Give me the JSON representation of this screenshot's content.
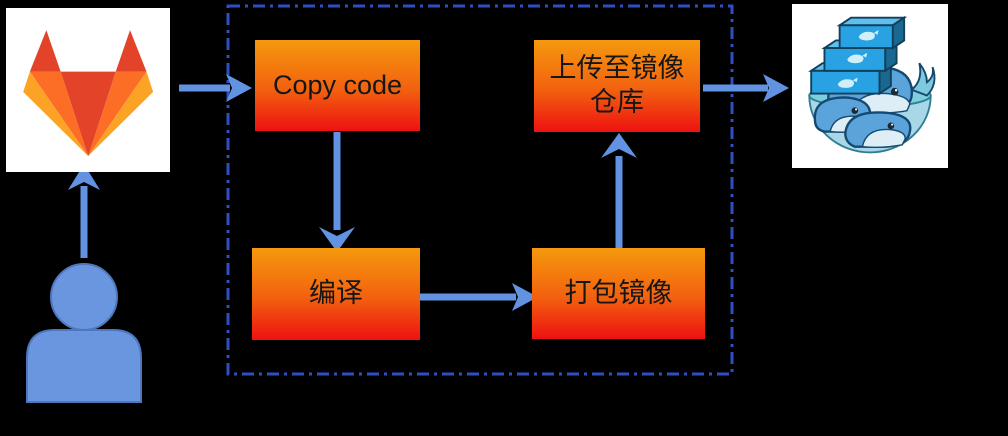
{
  "diagram_type": "ci-cd-pipeline-flow",
  "steps": [
    {
      "id": "copy-code",
      "label": "Copy code"
    },
    {
      "id": "compile",
      "label": "编译"
    },
    {
      "id": "package-image",
      "label": "打包镜像"
    },
    {
      "id": "upload-to-registry",
      "label": "上传至镜像仓库"
    }
  ],
  "actors": [
    {
      "id": "developer",
      "icon": "user-icon"
    },
    {
      "id": "gitlab",
      "icon": "gitlab-logo"
    },
    {
      "id": "docker-registry",
      "icon": "docker-logo"
    }
  ],
  "flows": [
    {
      "from": "developer",
      "to": "gitlab"
    },
    {
      "from": "gitlab",
      "to": "copy-code"
    },
    {
      "from": "copy-code",
      "to": "compile"
    },
    {
      "from": "compile",
      "to": "package-image"
    },
    {
      "from": "package-image",
      "to": "upload-to-registry"
    },
    {
      "from": "upload-to-registry",
      "to": "docker-registry"
    }
  ],
  "colors": {
    "background": "#000000",
    "step_gradient_top": "#F5990E",
    "step_gradient_bottom": "#ED1111",
    "step_text": "#161616",
    "arrow": "#6292E2",
    "boundary_dash": "#2E4FC4",
    "person": "#6A95DF",
    "gitlab_red": "#E24329",
    "gitlab_orange_mid": "#FC6D26",
    "gitlab_orange_light": "#FCA326",
    "docker_blue": "#5BA4DB"
  }
}
